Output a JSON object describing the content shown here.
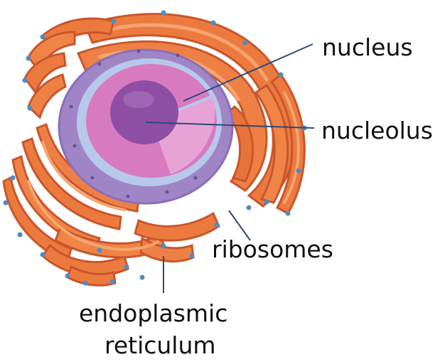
{
  "labels": {
    "nucleus": "nucleus",
    "nucleolus": "nucleolus",
    "ribosomes": "ribosomes",
    "er_line1": "endoplasmic",
    "er_line2": "reticulum"
  },
  "colors": {
    "er_fill": "#ec7a3f",
    "er_dark": "#c9562b",
    "er_light": "#f6a56f",
    "ribosome": "#4a8ec7",
    "nucleus_membrane_outer": "#9f85c6",
    "nucleus_membrane_inner": "#b7c8ea",
    "nucleoplasm": "#d87ac0",
    "nucleolus": "#8e4ea3",
    "pointer_line": "#2c4a7a"
  }
}
